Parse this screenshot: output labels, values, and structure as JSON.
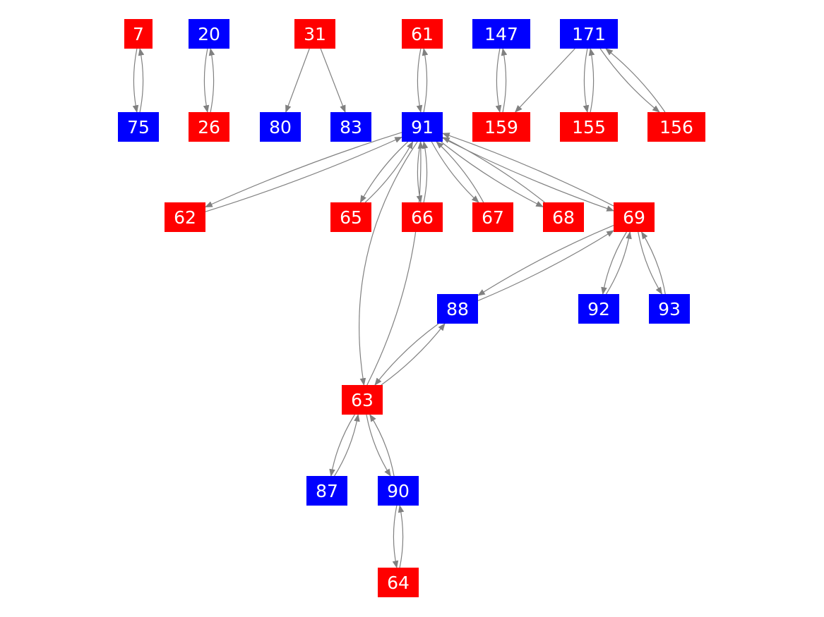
{
  "colors": {
    "red": "#ff0000",
    "blue": "#0000ff",
    "edge": "#808080",
    "text": "#ffffff"
  },
  "nodes": [
    {
      "id": "7",
      "label": "7",
      "color": "red"
    },
    {
      "id": "20",
      "label": "20",
      "color": "blue"
    },
    {
      "id": "31",
      "label": "31",
      "color": "red"
    },
    {
      "id": "61",
      "label": "61",
      "color": "red"
    },
    {
      "id": "147",
      "label": "147",
      "color": "blue"
    },
    {
      "id": "171",
      "label": "171",
      "color": "blue"
    },
    {
      "id": "75",
      "label": "75",
      "color": "blue"
    },
    {
      "id": "26",
      "label": "26",
      "color": "red"
    },
    {
      "id": "80",
      "label": "80",
      "color": "blue"
    },
    {
      "id": "83",
      "label": "83",
      "color": "blue"
    },
    {
      "id": "91",
      "label": "91",
      "color": "blue"
    },
    {
      "id": "159",
      "label": "159",
      "color": "red"
    },
    {
      "id": "155",
      "label": "155",
      "color": "red"
    },
    {
      "id": "156",
      "label": "156",
      "color": "red"
    },
    {
      "id": "62",
      "label": "62",
      "color": "red"
    },
    {
      "id": "65",
      "label": "65",
      "color": "red"
    },
    {
      "id": "66",
      "label": "66",
      "color": "red"
    },
    {
      "id": "67",
      "label": "67",
      "color": "red"
    },
    {
      "id": "68",
      "label": "68",
      "color": "red"
    },
    {
      "id": "69",
      "label": "69",
      "color": "red"
    },
    {
      "id": "88",
      "label": "88",
      "color": "blue"
    },
    {
      "id": "92",
      "label": "92",
      "color": "blue"
    },
    {
      "id": "93",
      "label": "93",
      "color": "blue"
    },
    {
      "id": "63",
      "label": "63",
      "color": "red"
    },
    {
      "id": "87",
      "label": "87",
      "color": "blue"
    },
    {
      "id": "90",
      "label": "90",
      "color": "blue"
    },
    {
      "id": "64",
      "label": "64",
      "color": "red"
    }
  ],
  "edges": [
    [
      "7",
      "75"
    ],
    [
      "75",
      "7"
    ],
    [
      "20",
      "26"
    ],
    [
      "26",
      "20"
    ],
    [
      "31",
      "80"
    ],
    [
      "31",
      "83"
    ],
    [
      "61",
      "91"
    ],
    [
      "91",
      "61"
    ],
    [
      "147",
      "159"
    ],
    [
      "159",
      "147"
    ],
    [
      "171",
      "159"
    ],
    [
      "171",
      "155"
    ],
    [
      "155",
      "171"
    ],
    [
      "171",
      "156"
    ],
    [
      "156",
      "171"
    ],
    [
      "91",
      "62"
    ],
    [
      "62",
      "91"
    ],
    [
      "91",
      "63"
    ],
    [
      "63",
      "91"
    ],
    [
      "91",
      "65"
    ],
    [
      "65",
      "91"
    ],
    [
      "91",
      "66"
    ],
    [
      "66",
      "91"
    ],
    [
      "91",
      "67"
    ],
    [
      "67",
      "91"
    ],
    [
      "91",
      "68"
    ],
    [
      "68",
      "91"
    ],
    [
      "91",
      "69"
    ],
    [
      "69",
      "91"
    ],
    [
      "69",
      "88"
    ],
    [
      "88",
      "69"
    ],
    [
      "69",
      "92"
    ],
    [
      "92",
      "69"
    ],
    [
      "69",
      "93"
    ],
    [
      "93",
      "69"
    ],
    [
      "88",
      "63"
    ],
    [
      "63",
      "88"
    ],
    [
      "63",
      "87"
    ],
    [
      "87",
      "63"
    ],
    [
      "63",
      "90"
    ],
    [
      "90",
      "63"
    ],
    [
      "90",
      "64"
    ],
    [
      "64",
      "90"
    ]
  ]
}
